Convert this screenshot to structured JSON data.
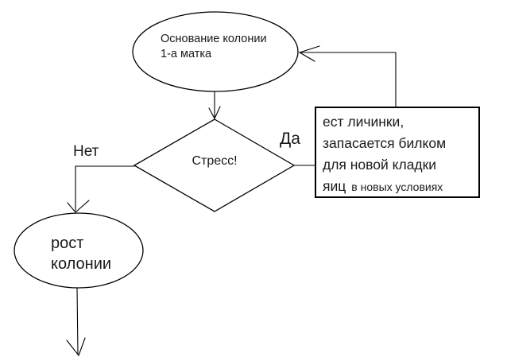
{
  "canvas": {
    "background": "#ffffff",
    "stroke_color": "#000000",
    "text_color": "#1a1a1a"
  },
  "flowchart": {
    "start": {
      "line1": "Основание колонии",
      "line2": "1-а матка"
    },
    "decision": {
      "label": "Стресс!"
    },
    "branches": {
      "yes": "Да",
      "no": "Нет"
    },
    "process": {
      "line1": "ест личинки,",
      "line2": "запасается билком",
      "line3": "для новой кладки",
      "line4_big": "яиц",
      "line4_small": "в новых условиях"
    },
    "growth": {
      "line1": "рост",
      "line2": "колонии"
    }
  }
}
